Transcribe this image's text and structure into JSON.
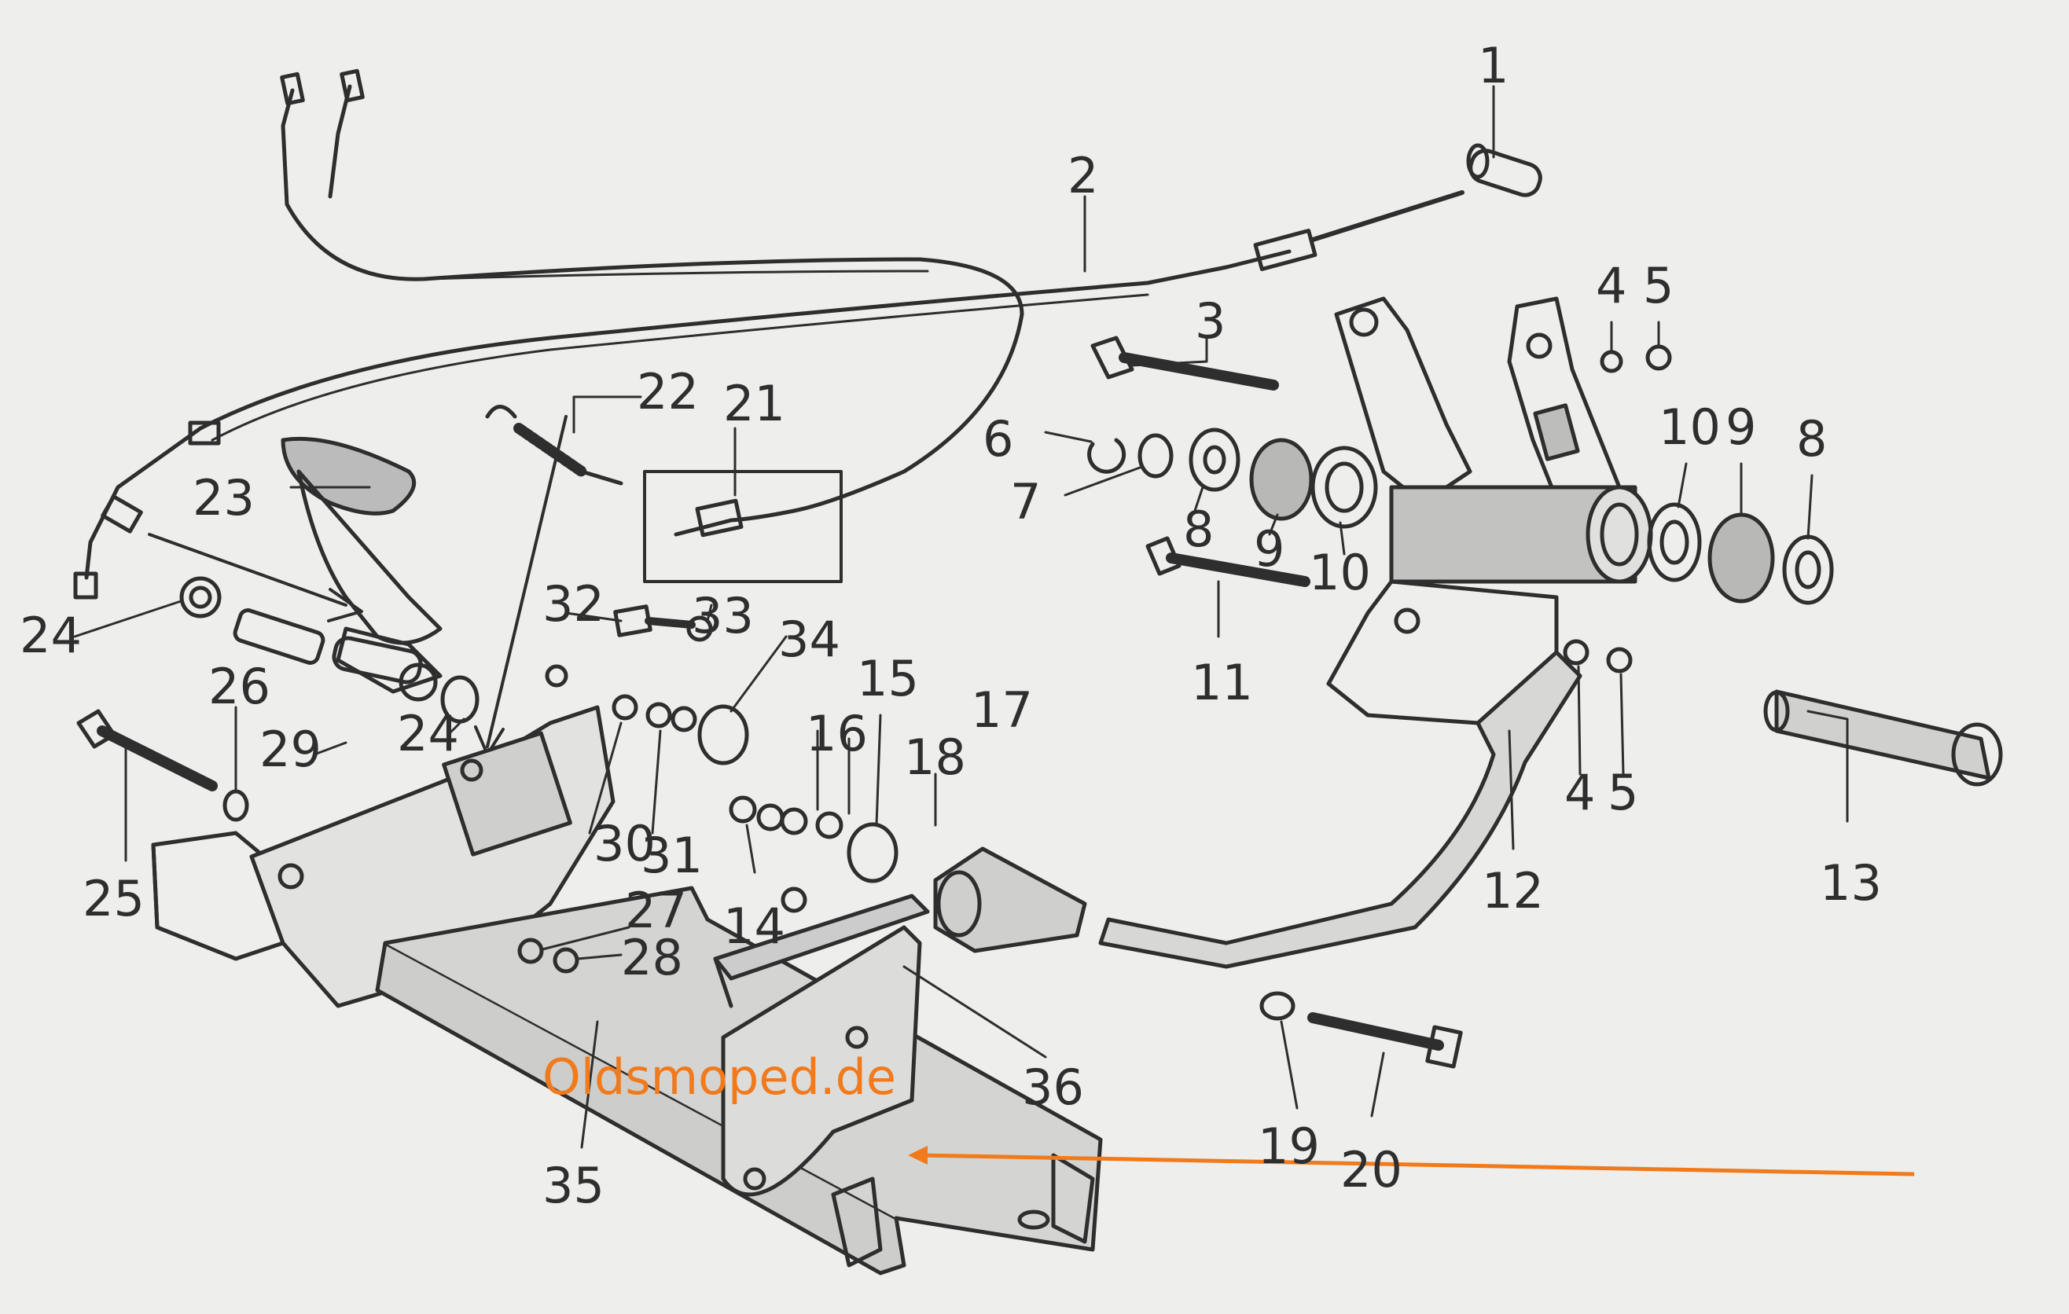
{
  "diagram": {
    "labels": [
      "1",
      "2",
      "3",
      "4",
      "5",
      "6",
      "7",
      "8",
      "9",
      "10",
      "10",
      "9",
      "8",
      "4",
      "5",
      "11",
      "12",
      "13",
      "14",
      "15",
      "16",
      "17",
      "18",
      "19",
      "20",
      "21",
      "22",
      "23",
      "24",
      "24",
      "25",
      "26",
      "27",
      "28",
      "29",
      "30",
      "31",
      "32",
      "33",
      "34",
      "35",
      "36"
    ],
    "watermark": "Oldsmoped.de",
    "colors": {
      "ink": "#2e2e2e",
      "paper": "#eeeeec",
      "accent": "#f07a1c"
    }
  }
}
